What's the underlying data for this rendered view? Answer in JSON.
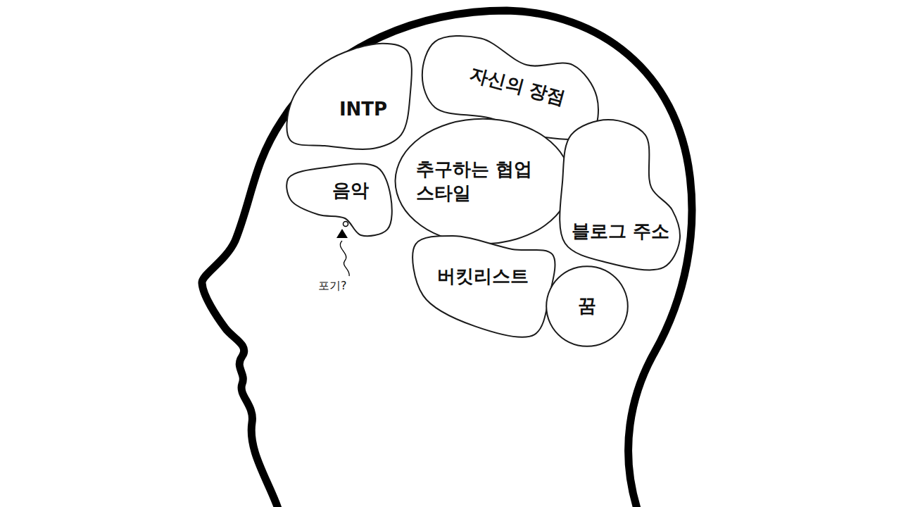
{
  "diagram": {
    "nodes": [
      {
        "text": [
          "INTP"
        ]
      },
      {
        "text": [
          "자신의 장점"
        ]
      },
      {
        "text": [
          "음악"
        ]
      },
      {
        "text": [
          "추구하는 협업 스타일"
        ]
      },
      {
        "text": [
          "블로그 주소"
        ]
      },
      {
        "text": [
          "버킷리스트"
        ]
      },
      {
        "text": [
          "꿈"
        ]
      }
    ],
    "labels": [
      "포기?"
    ]
  }
}
